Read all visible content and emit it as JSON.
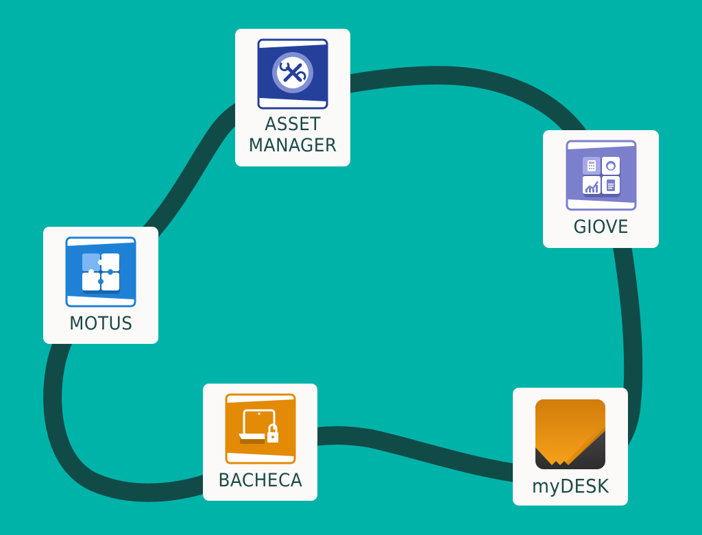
{
  "diagram": {
    "type": "cycle",
    "background_color": "#00b3a9",
    "connector_color": "#114b48",
    "card_background": "#fcf9f9",
    "label_color": "#1b4a48",
    "nodes": [
      {
        "id": "asset-manager",
        "label_line1": "ASSET",
        "label_line2": "MANAGER",
        "icon": "wrench-screwdriver-icon",
        "color": "#24409a",
        "accent": "#7f8fd4"
      },
      {
        "id": "giove",
        "label": "GIOVE",
        "icon": "dashboard-grid-icon",
        "color": "#7b7fcc"
      },
      {
        "id": "mydesk",
        "label": "myDESK",
        "icon": "orange-pencil-icon",
        "color": "#f29a12",
        "dark": "#3a3838"
      },
      {
        "id": "bacheca",
        "label": "BACHECA",
        "icon": "laptop-lock-icon",
        "color": "#e38a07"
      },
      {
        "id": "motus",
        "label": "MOTUS",
        "icon": "puzzle-icon",
        "color": "#1f81d6",
        "accent": "#7bb7f5"
      }
    ],
    "edges": [
      [
        "asset-manager",
        "giove"
      ],
      [
        "giove",
        "mydesk"
      ],
      [
        "mydesk",
        "bacheca"
      ],
      [
        "bacheca",
        "motus"
      ],
      [
        "motus",
        "asset-manager"
      ]
    ]
  }
}
